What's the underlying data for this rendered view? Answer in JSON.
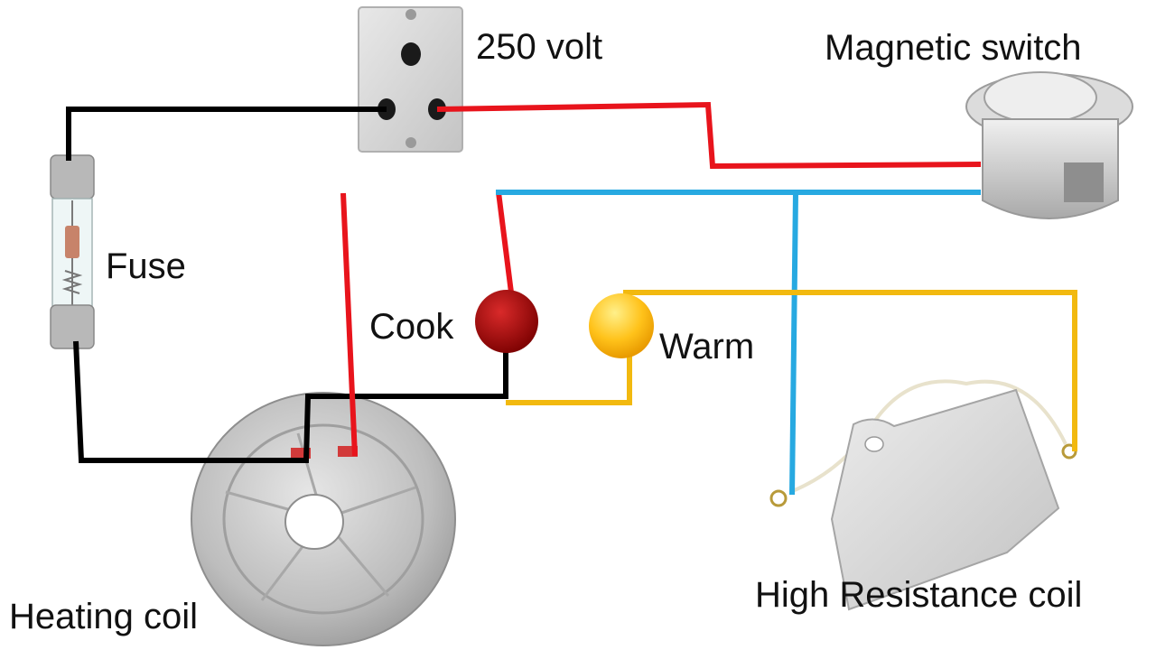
{
  "labels": {
    "supply": "250 volt",
    "magnetic_switch": "Magnetic switch",
    "fuse": "Fuse",
    "cook": "Cook",
    "warm": "Warm",
    "heating_coil": "Heating coil",
    "high_resistance_coil": "High Resistance coil"
  },
  "colors": {
    "live_wire": "#e8141c",
    "neutral_wire": "#000000",
    "switch_wire": "#27a9e1",
    "warm_wire": "#f2b90f",
    "cook_lamp": "#c00000",
    "warm_lamp": "#ffc21a",
    "metal": "#c9c9c9"
  },
  "components": [
    "socket",
    "fuse",
    "magnetic-switch",
    "heating-coil",
    "cook-lamp",
    "warm-lamp",
    "resistance-coil"
  ]
}
